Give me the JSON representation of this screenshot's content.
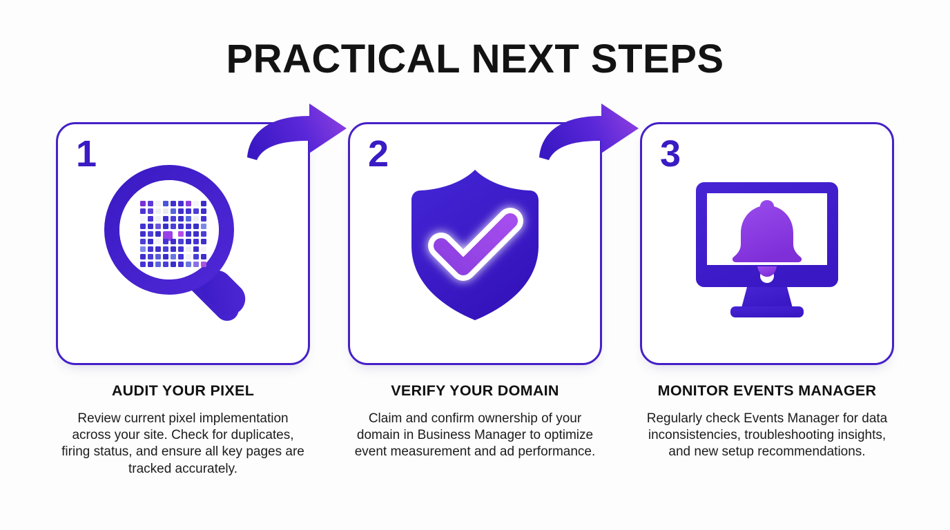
{
  "header": {
    "title": "PRACTICAL NEXT STEPS"
  },
  "colors": {
    "indigo": "#4520c8",
    "indigo_dark": "#3a1bc4",
    "purple": "#8b3fe0",
    "purple_light": "#9b4dee",
    "background": "#fdfdfd",
    "text": "#111111"
  },
  "steps": [
    {
      "number": "1",
      "icon": "magnifier-pixel-grid-icon",
      "heading": "AUDIT YOUR PIXEL",
      "body": "Review current pixel implementation across your site. Check for duplicates, firing status, and ensure all key pages are tracked accurately."
    },
    {
      "number": "2",
      "icon": "shield-check-icon",
      "heading": "VERIFY YOUR DOMAIN",
      "body": "Claim and confirm ownership of your domain in Business Manager to optimize event measurement and ad performance."
    },
    {
      "number": "3",
      "icon": "monitor-bell-icon",
      "heading": "MONITOR EVENTS MANAGER",
      "body": "Regularly check Events Manager for data inconsistencies, troubleshooting insights, and new setup recommendations."
    }
  ],
  "connectors": [
    {
      "name": "arrow-step1-to-step2",
      "direction": "right"
    },
    {
      "name": "arrow-step2-to-step3",
      "direction": "right"
    }
  ]
}
